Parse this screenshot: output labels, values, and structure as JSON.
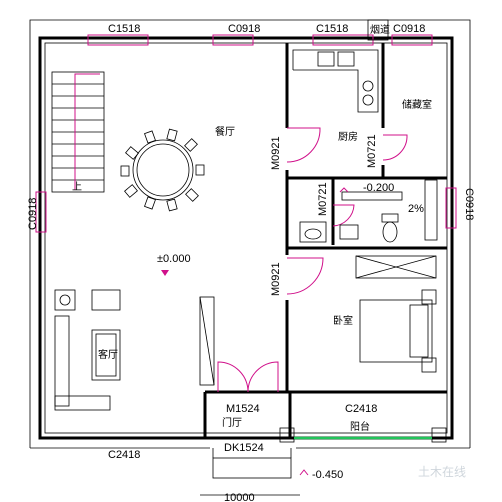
{
  "labels": {
    "win_top_left": "C1518",
    "win_top_mid": "C0918",
    "win_top_right": "C1518",
    "flue": "烟道",
    "win_top_far_right": "C0918",
    "storage": "储藏室",
    "kitchen": "厨房",
    "dining": "餐厅",
    "door_kitchen": "M0921",
    "door_storage": "M0721",
    "door_bath": "M0721",
    "win_left": "C0918",
    "win_right": "C0918",
    "stair_up": "上",
    "elev_main": "±0.000",
    "elev_bath": "-0.200",
    "slope": "2%",
    "door_bedroom": "M0921",
    "bedroom": "卧室",
    "living": "客厅",
    "door_entry": "M1524",
    "foyer": "门厅",
    "win_bottom_right": "C2418",
    "balcony": "阳台",
    "win_bottom_left": "C2418",
    "opening": "DK1524",
    "elev_outside": "-0.450",
    "dim_total": "10000",
    "watermark": "土木在线"
  }
}
